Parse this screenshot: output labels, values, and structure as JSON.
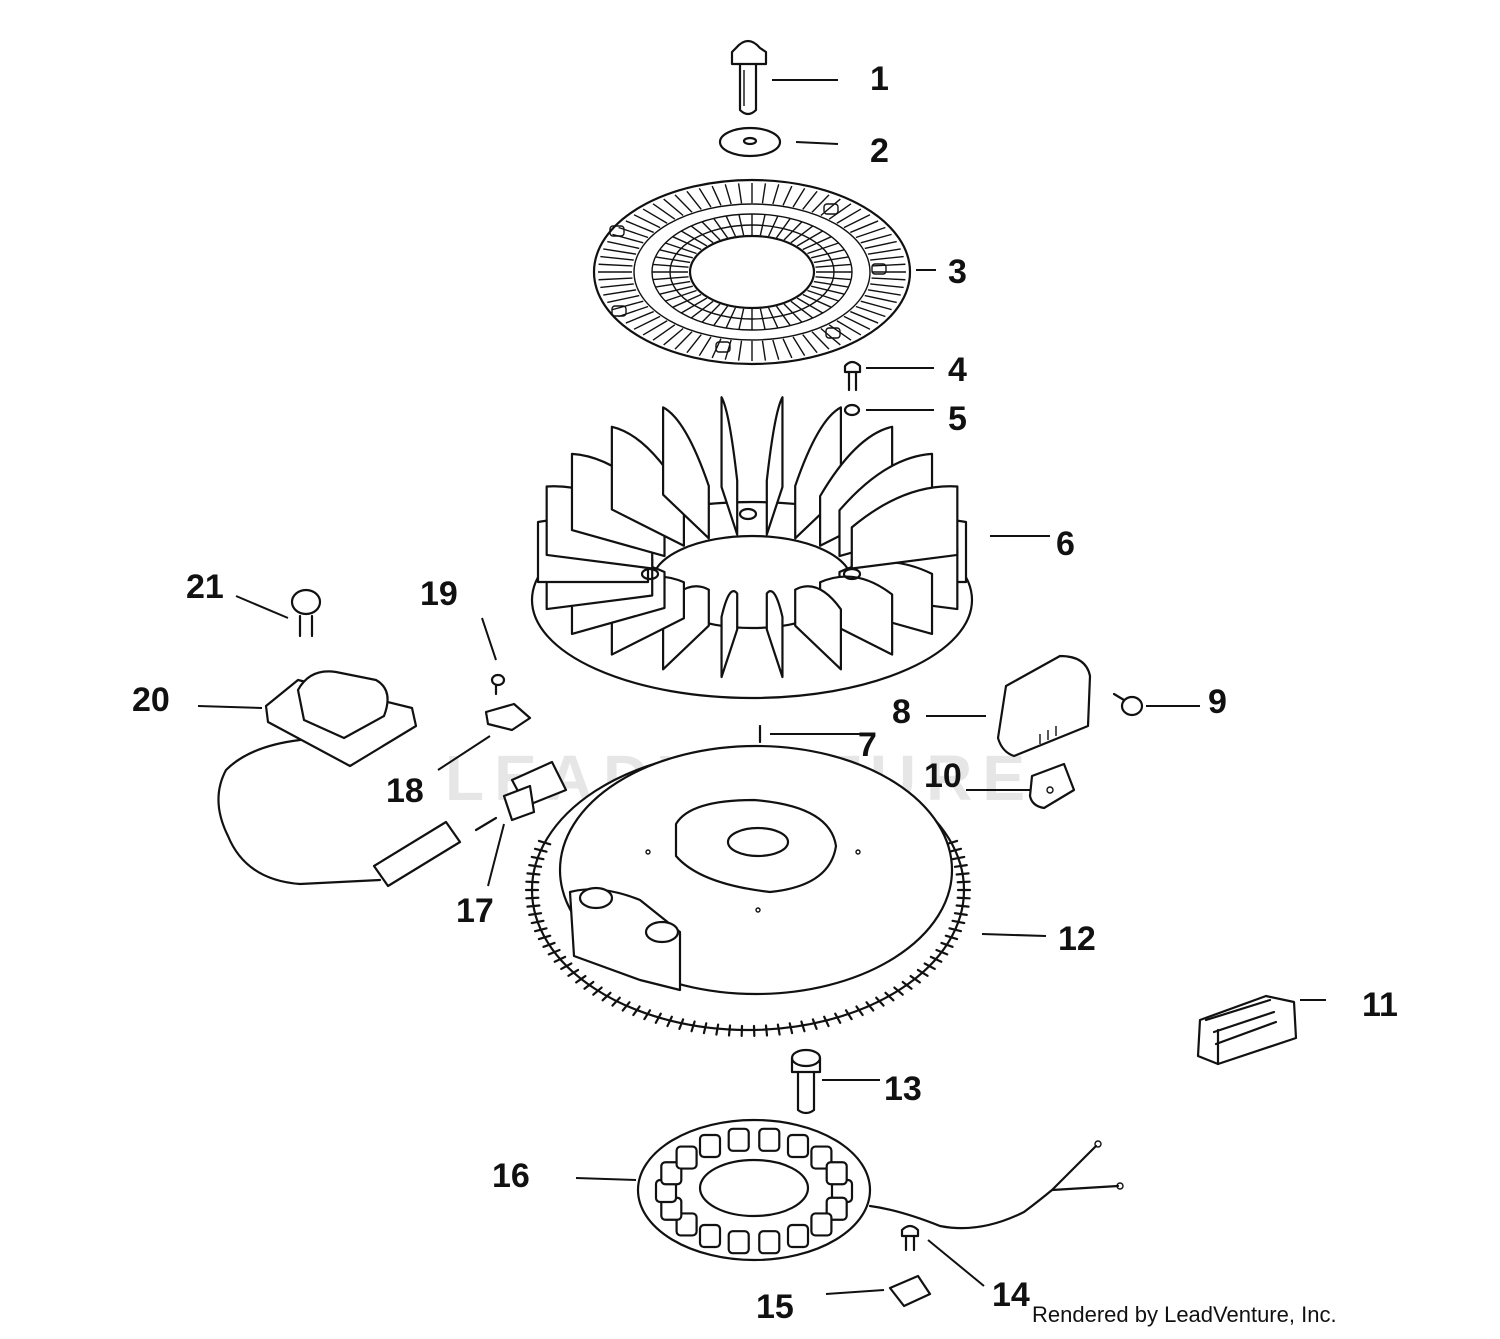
{
  "watermark": "LEADVENTURE",
  "credit": "Rendered by LeadVenture, Inc.",
  "callouts": [
    {
      "id": 1,
      "label": "1"
    },
    {
      "id": 2,
      "label": "2"
    },
    {
      "id": 3,
      "label": "3"
    },
    {
      "id": 4,
      "label": "4"
    },
    {
      "id": 5,
      "label": "5"
    },
    {
      "id": 6,
      "label": "6"
    },
    {
      "id": 7,
      "label": "7"
    },
    {
      "id": 8,
      "label": "8"
    },
    {
      "id": 9,
      "label": "9"
    },
    {
      "id": 10,
      "label": "10"
    },
    {
      "id": 11,
      "label": "11"
    },
    {
      "id": 12,
      "label": "12"
    },
    {
      "id": 13,
      "label": "13"
    },
    {
      "id": 14,
      "label": "14"
    },
    {
      "id": 15,
      "label": "15"
    },
    {
      "id": 16,
      "label": "16"
    },
    {
      "id": 17,
      "label": "17"
    },
    {
      "id": 18,
      "label": "18"
    },
    {
      "id": 19,
      "label": "19"
    },
    {
      "id": 20,
      "label": "20"
    },
    {
      "id": 21,
      "label": "21"
    }
  ]
}
